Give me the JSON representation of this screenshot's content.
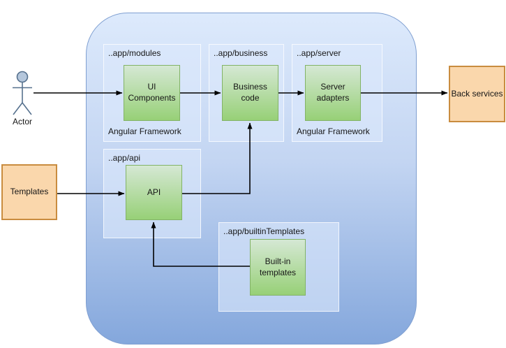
{
  "diagram": {
    "actor": {
      "label": "Actor"
    },
    "external_nodes": {
      "templates": {
        "label": "Templates"
      },
      "back_services": {
        "label": "Back services"
      }
    },
    "app_container": {
      "groups": {
        "modules": {
          "title": "..app/modules",
          "footer": "Angular Framework",
          "node_label": "UI\nComponents"
        },
        "business": {
          "title": "..app/business",
          "node_label": "Business\ncode"
        },
        "server": {
          "title": "..app/server",
          "footer": "Angular Framework",
          "node_label": "Server\nadapters"
        },
        "api": {
          "title": "..app/api",
          "node_label": "API"
        },
        "builtin": {
          "title": "..app/builtinTemplates",
          "node_label": "Built-in\ntemplates"
        }
      }
    },
    "edges": [
      {
        "from": "Actor",
        "to": "UI Components"
      },
      {
        "from": "UI Components",
        "to": "Business code"
      },
      {
        "from": "Business code",
        "to": "Server adapters"
      },
      {
        "from": "Server adapters",
        "to": "Back services"
      },
      {
        "from": "Templates",
        "to": "API"
      },
      {
        "from": "API",
        "to": "Business code"
      },
      {
        "from": "Built-in templates",
        "to": "API"
      }
    ],
    "colors": {
      "container_gradient_top": "#ddeafc",
      "container_gradient_bottom": "#84a7dc",
      "container_border": "#7f9fd1",
      "group_fill": "#dbe9fc",
      "node_green_top": "#d5e8d4",
      "node_green_bottom": "#97d077",
      "node_green_border": "#82b366",
      "node_orange_fill": "#fad7ac",
      "node_orange_border": "#c98c3f",
      "actor_stroke": "#56718e",
      "actor_head_fill": "#b5c7dc",
      "edge_stroke": "#000000"
    }
  }
}
